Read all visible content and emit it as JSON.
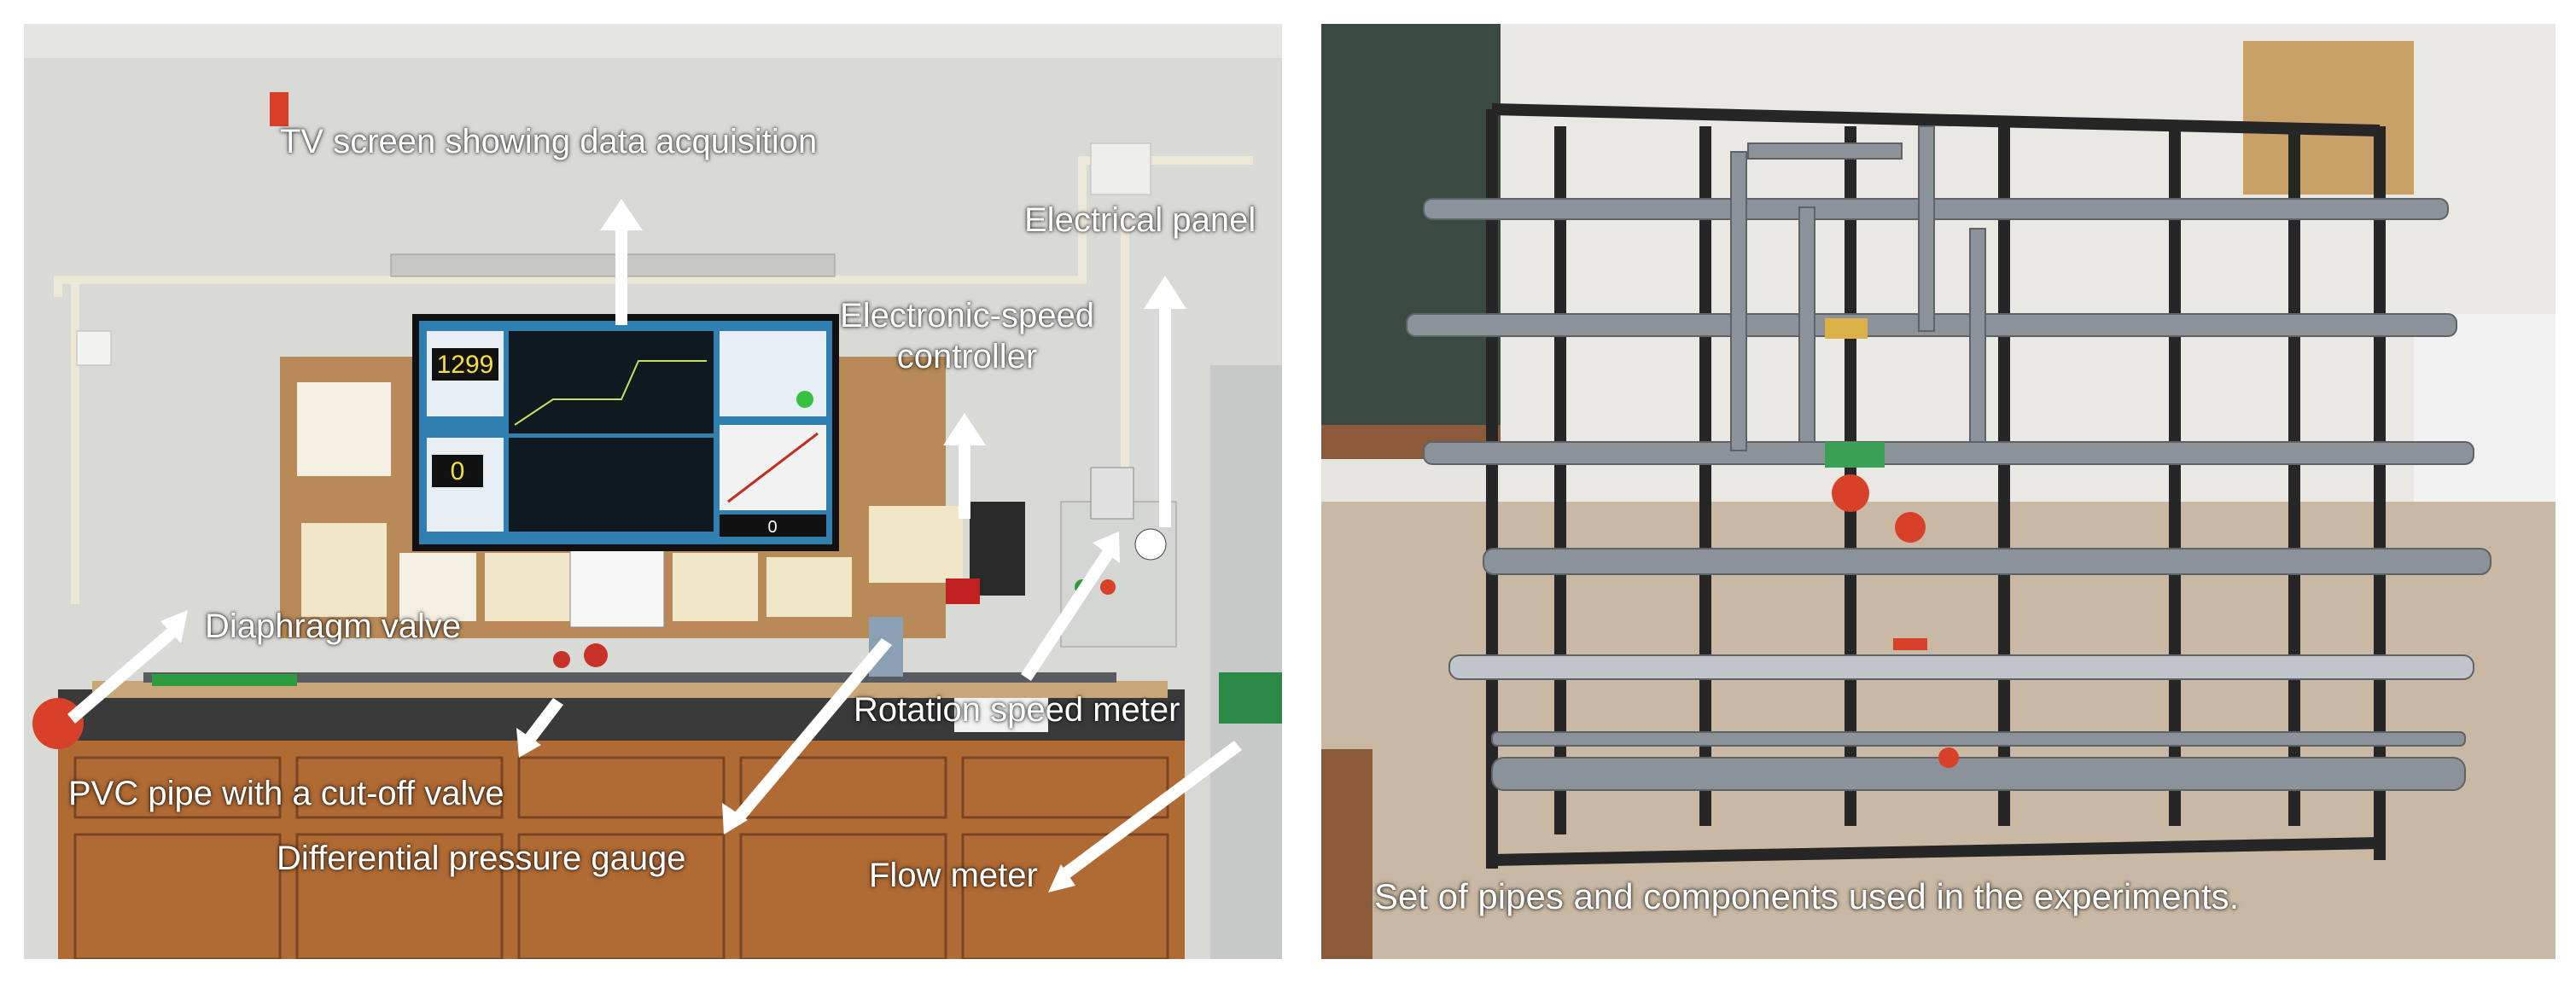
{
  "left_panel": {
    "labels": {
      "tv_screen": "TV screen showing data acquisition",
      "electrical_panel": "Electrical panel",
      "electronic_speed_controller_line1": "Electronic-speed",
      "electronic_speed_controller_line2": "controller",
      "diaphragm_valve": "Diaphragm valve",
      "rotation_speed_meter": "Rotation speed meter",
      "pvc_pipe": "PVC pipe with a cut-off valve",
      "differential_pressure_gauge": "Differential pressure gauge",
      "flow_meter": "Flow meter"
    },
    "tv_readouts": {
      "speed_value": "1299",
      "pressure_value": "0",
      "flow_value": "0"
    }
  },
  "right_panel": {
    "caption": "Set of pipes and components used in the experiments."
  },
  "colors": {
    "wall": "#d9dad6",
    "cork": "#b88a58",
    "cabinet": "#b06a34",
    "bench_top": "#3a3a3a",
    "pipe_gray": "#8c9299",
    "frame_black": "#262626",
    "floor": "#c9b9a4",
    "tv_bezel": "#111111",
    "tv_screen": "#2f7fb0",
    "label_white": "#ffffff",
    "valve_red": "#d8402a"
  }
}
